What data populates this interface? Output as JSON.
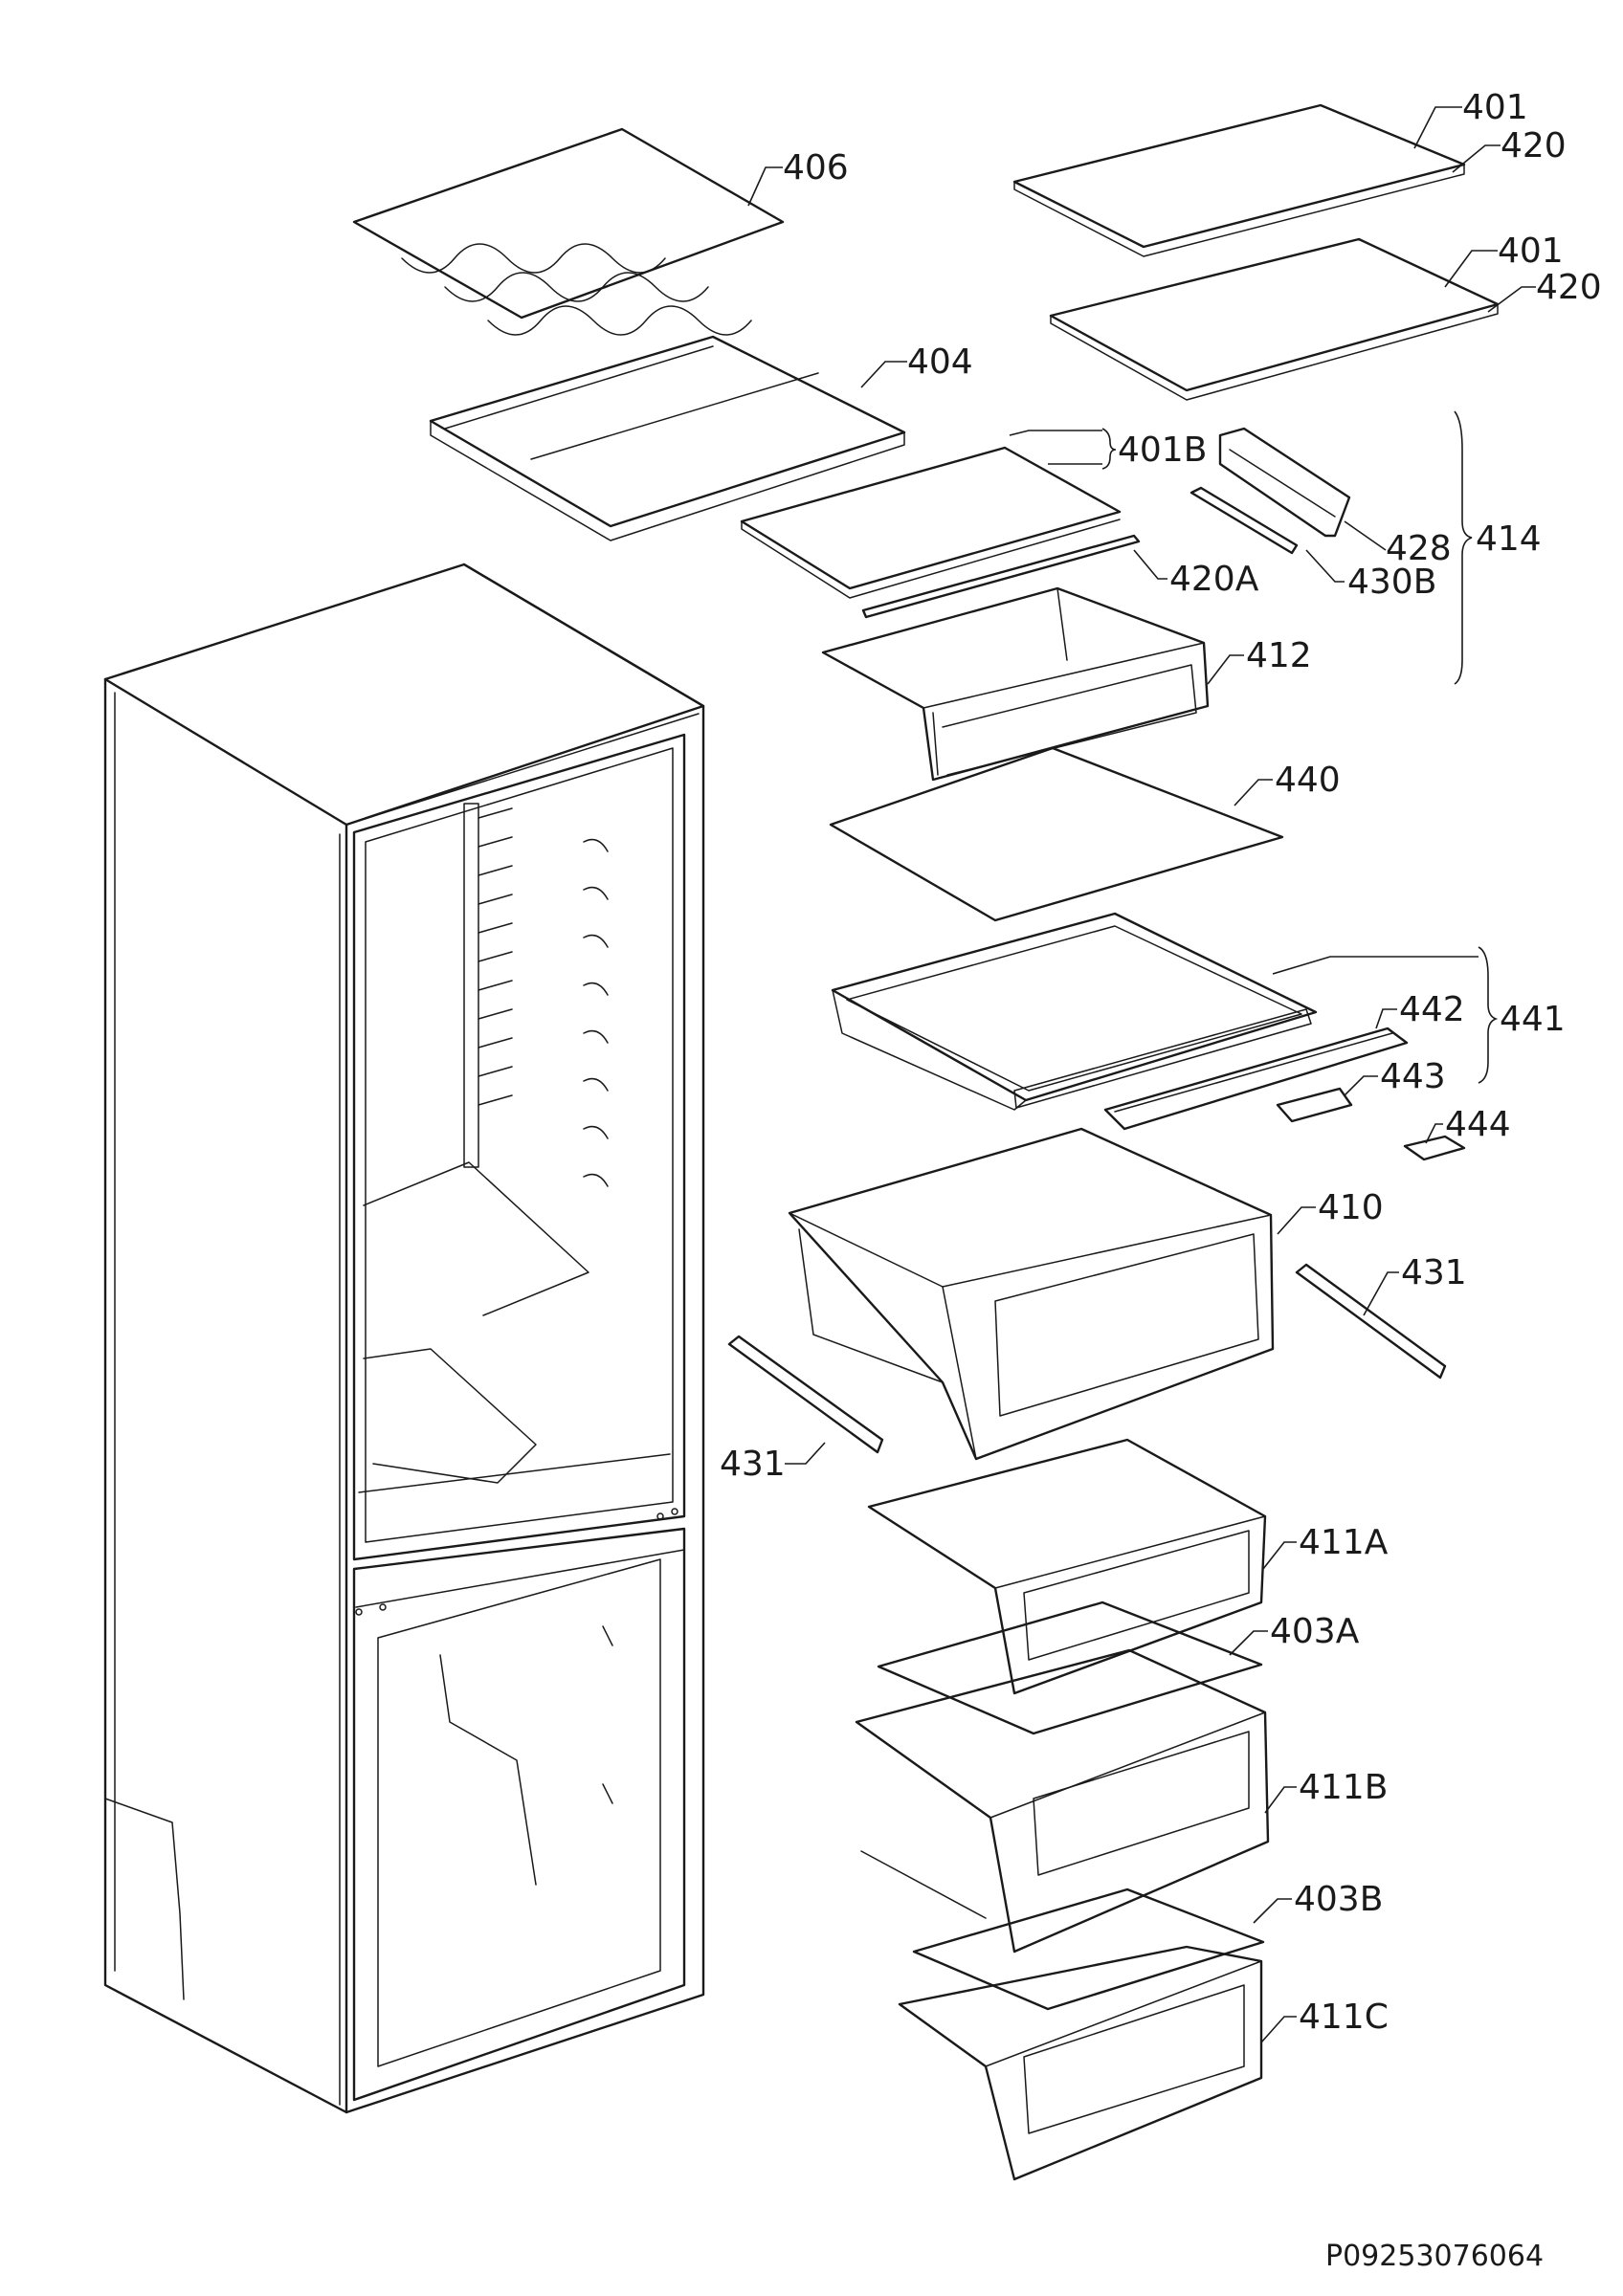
{
  "drawing": {
    "document_code": "P09253076064",
    "parts": {
      "p401a": "401",
      "p420a": "420",
      "p401b": "401",
      "p420b": "420",
      "p406": "406",
      "p404": "404",
      "p401B": "401B",
      "p428": "428",
      "p414": "414",
      "p430B": "430B",
      "p420A": "420A",
      "p412": "412",
      "p440": "440",
      "p442": "442",
      "p441": "441",
      "p443": "443",
      "p444": "444",
      "p410": "410",
      "p431a": "431",
      "p431b": "431",
      "p411A": "411A",
      "p403A": "403A",
      "p411B": "411B",
      "p403B": "403B",
      "p411C": "411C"
    }
  }
}
